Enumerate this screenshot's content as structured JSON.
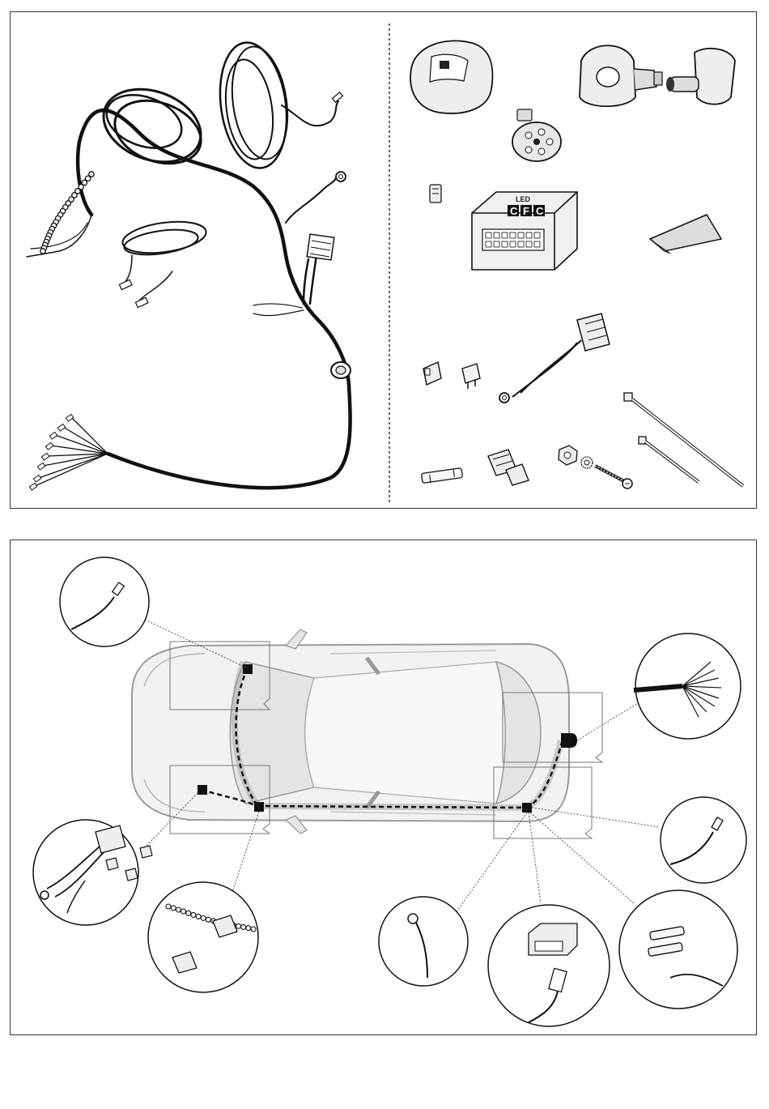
{
  "diagram": {
    "module_label": "LED",
    "module_logo_letters": [
      "C",
      "F",
      "C"
    ],
    "colors": {
      "ink": "#111111",
      "line": "#333333",
      "car_fill": "#f2f2f2",
      "car_stroke": "#9a9a9a",
      "part_fill": "#e6e6e6",
      "marker": "#111111"
    }
  }
}
